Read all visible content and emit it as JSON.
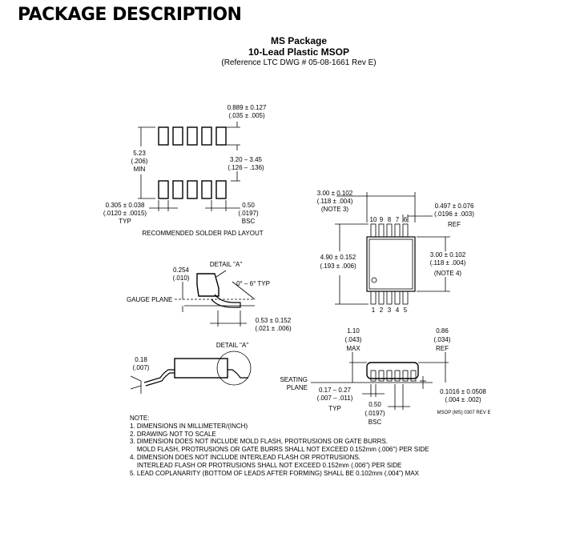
{
  "title": "PACKAGE DESCRIPTION",
  "package": {
    "name": "MS Package",
    "subtitle": "10-Lead Plastic MSOP",
    "reference": "(Reference LTC DWG # 05-08-1661 Rev E)"
  },
  "solder_pad": {
    "pitch_top_mm": "0.889 ± 0.127",
    "pitch_top_in": "(.035 ± .005)",
    "height_mm": "5.23",
    "height_in": "(.206)",
    "height_note": "MIN",
    "gap_mm": "3.20 – 3.45",
    "gap_in": "(.126 – .136)",
    "width_mm": "0.305 ± 0.038",
    "width_in": "(.0120 ± .0015)",
    "width_note": "TYP",
    "pitch_mm": "0.50",
    "pitch_in": "(.0197)",
    "pitch_note": "BSC",
    "caption": "RECOMMENDED SOLDER PAD LAYOUT"
  },
  "top_view": {
    "width_mm": "3.00 ± 0.102",
    "width_in": "(.118 ± .004)",
    "width_note": "(NOTE 3)",
    "lead_width_mm": "0.497 ± 0.076",
    "lead_width_in": "(.0196 ± .003)",
    "lead_width_note": "REF",
    "pins_top": [
      "10",
      "9",
      "8",
      "7",
      "6"
    ],
    "pins_bottom": [
      "1",
      "2",
      "3",
      "4",
      "5"
    ],
    "length_mm": "4.90 ± 0.152",
    "length_in": "(.193 ± .006)",
    "body_width_mm": "3.00 ± 0.102",
    "body_width_in": "(.118 ± .004)",
    "body_width_note": "(NOTE 4)"
  },
  "detail_a": {
    "label": "DETAIL \"A\"",
    "gauge_mm": "0.254",
    "gauge_in": "(.010)",
    "angle": "0° – 6° TYP",
    "gauge_plane": "GAUGE PLANE",
    "foot_mm": "0.53 ± 0.152",
    "foot_in": "(.021 ± .006)"
  },
  "side_view_left": {
    "dim_mm": "0.18",
    "dim_in": "(.007)",
    "detail_label": "DETAIL \"A\""
  },
  "side_view_right": {
    "height_mm": "1.10",
    "height_in": "(.043)",
    "height_note": "MAX",
    "standoff_mm": "0.86",
    "standoff_in": "(.034)",
    "standoff_note": "REF",
    "seating_plane_1": "SEATING",
    "seating_plane_2": "PLANE",
    "lead_mm": "0.17 – 0.27",
    "lead_in": "(.007 – .011)",
    "lead_note": "TYP",
    "pitch_mm": "0.50",
    "pitch_in": "(.0197)",
    "pitch_note": "BSC",
    "clearance_mm": "0.1016 ± 0.0508",
    "clearance_in": "(.004 ± .002)",
    "drawing_code": "MSOP (MS) 0307 REV E"
  },
  "notes": {
    "heading": "NOTE:",
    "lines": [
      "1. DIMENSIONS IN MILLIMETER/(INCH)",
      "2. DRAWING NOT TO SCALE",
      "3. DIMENSION DOES NOT INCLUDE MOLD FLASH, PROTRUSIONS OR GATE BURRS.",
      "    MOLD FLASH, PROTRUSIONS OR GATE BURRS SHALL NOT EXCEED 0.152mm (.006\") PER SIDE",
      "4. DIMENSION DOES NOT INCLUDE INTERLEAD FLASH OR PROTRUSIONS.",
      "    INTERLEAD FLASH OR PROTRUSIONS SHALL NOT EXCEED 0.152mm (.006\") PER SIDE",
      "5. LEAD COPLANARITY (BOTTOM OF LEADS AFTER FORMING) SHALL BE 0.102mm (.004\") MAX"
    ]
  }
}
